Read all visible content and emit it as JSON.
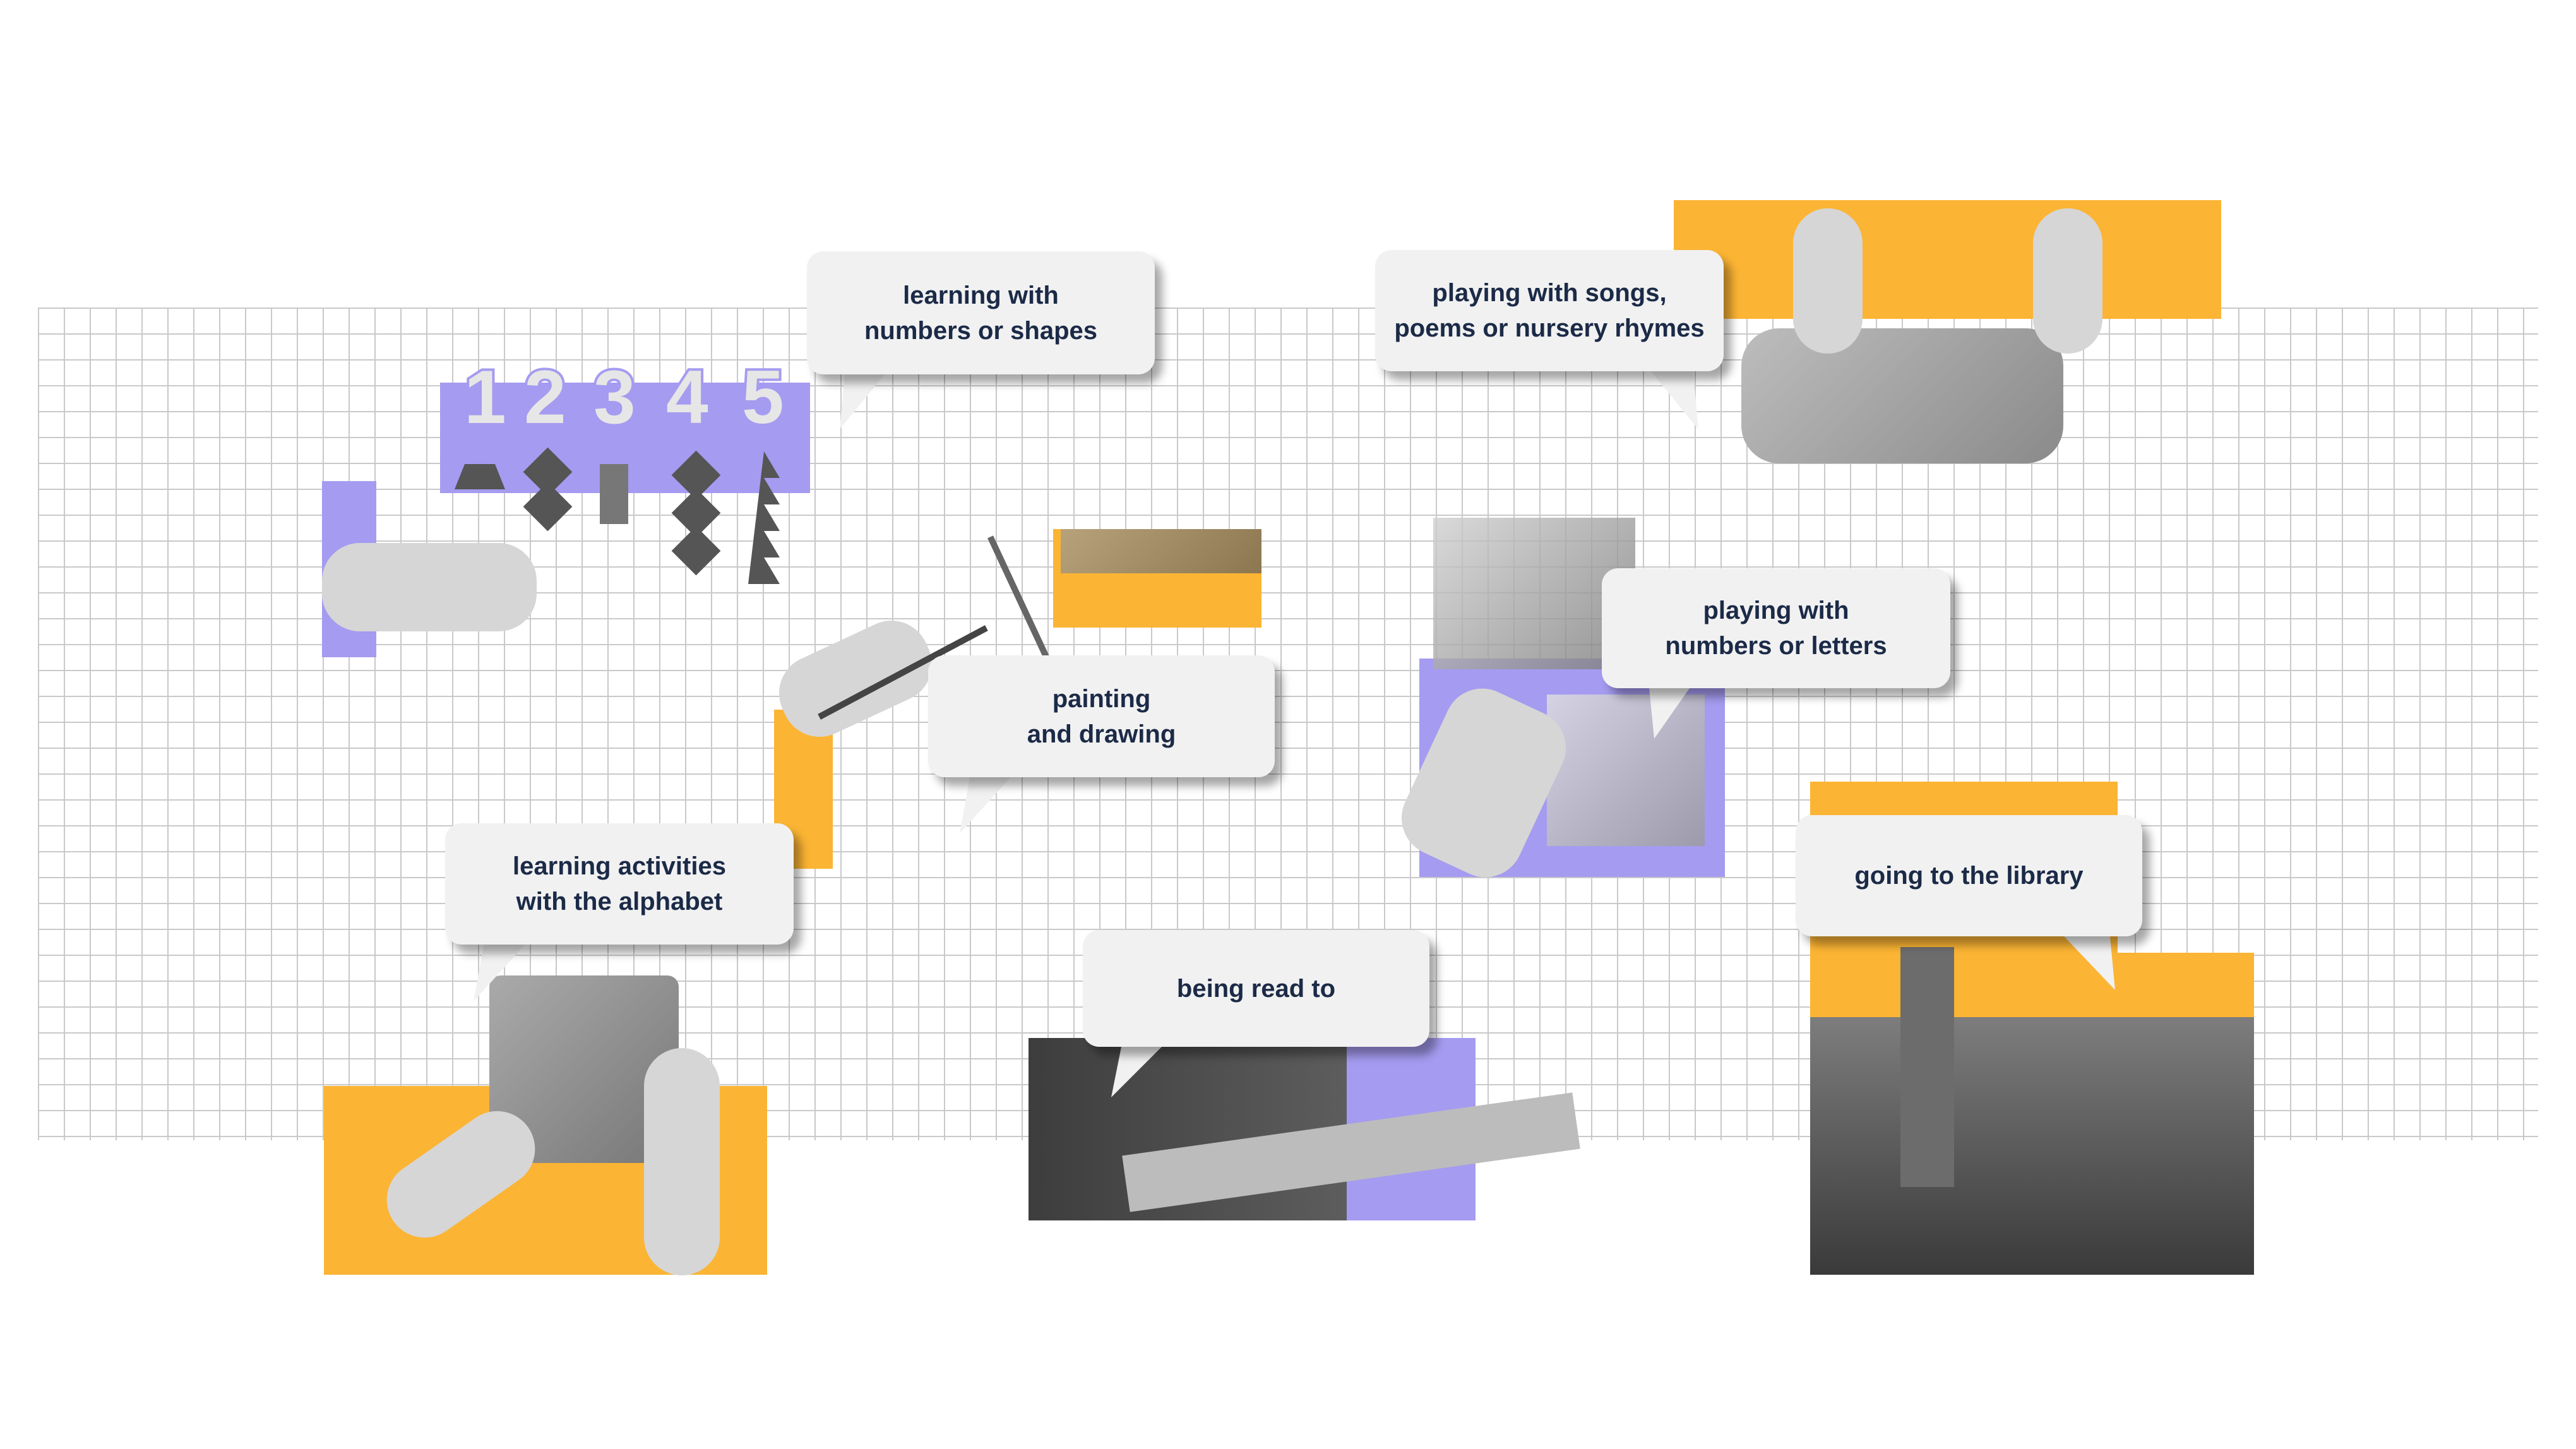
{
  "bubbles": [
    {
      "id": "numbers-shapes",
      "text": "learning with\nnumbers or shapes"
    },
    {
      "id": "songs",
      "text": "playing with songs,\npoems or nursery rhymes"
    },
    {
      "id": "painting",
      "text": "painting\nand drawing"
    },
    {
      "id": "numbers-letters",
      "text": "playing with\nnumbers or letters"
    },
    {
      "id": "alphabet",
      "text": "learning activities\nwith the alphabet"
    },
    {
      "id": "read-to",
      "text": "being read to"
    },
    {
      "id": "library",
      "text": "going to the library"
    }
  ],
  "digits": [
    "1",
    "2",
    "3",
    "4",
    "5"
  ],
  "colors": {
    "purple": "#a59bf0",
    "yellow": "#fbb434",
    "text": "#1b2a47",
    "grid": "#c9c9cc"
  }
}
